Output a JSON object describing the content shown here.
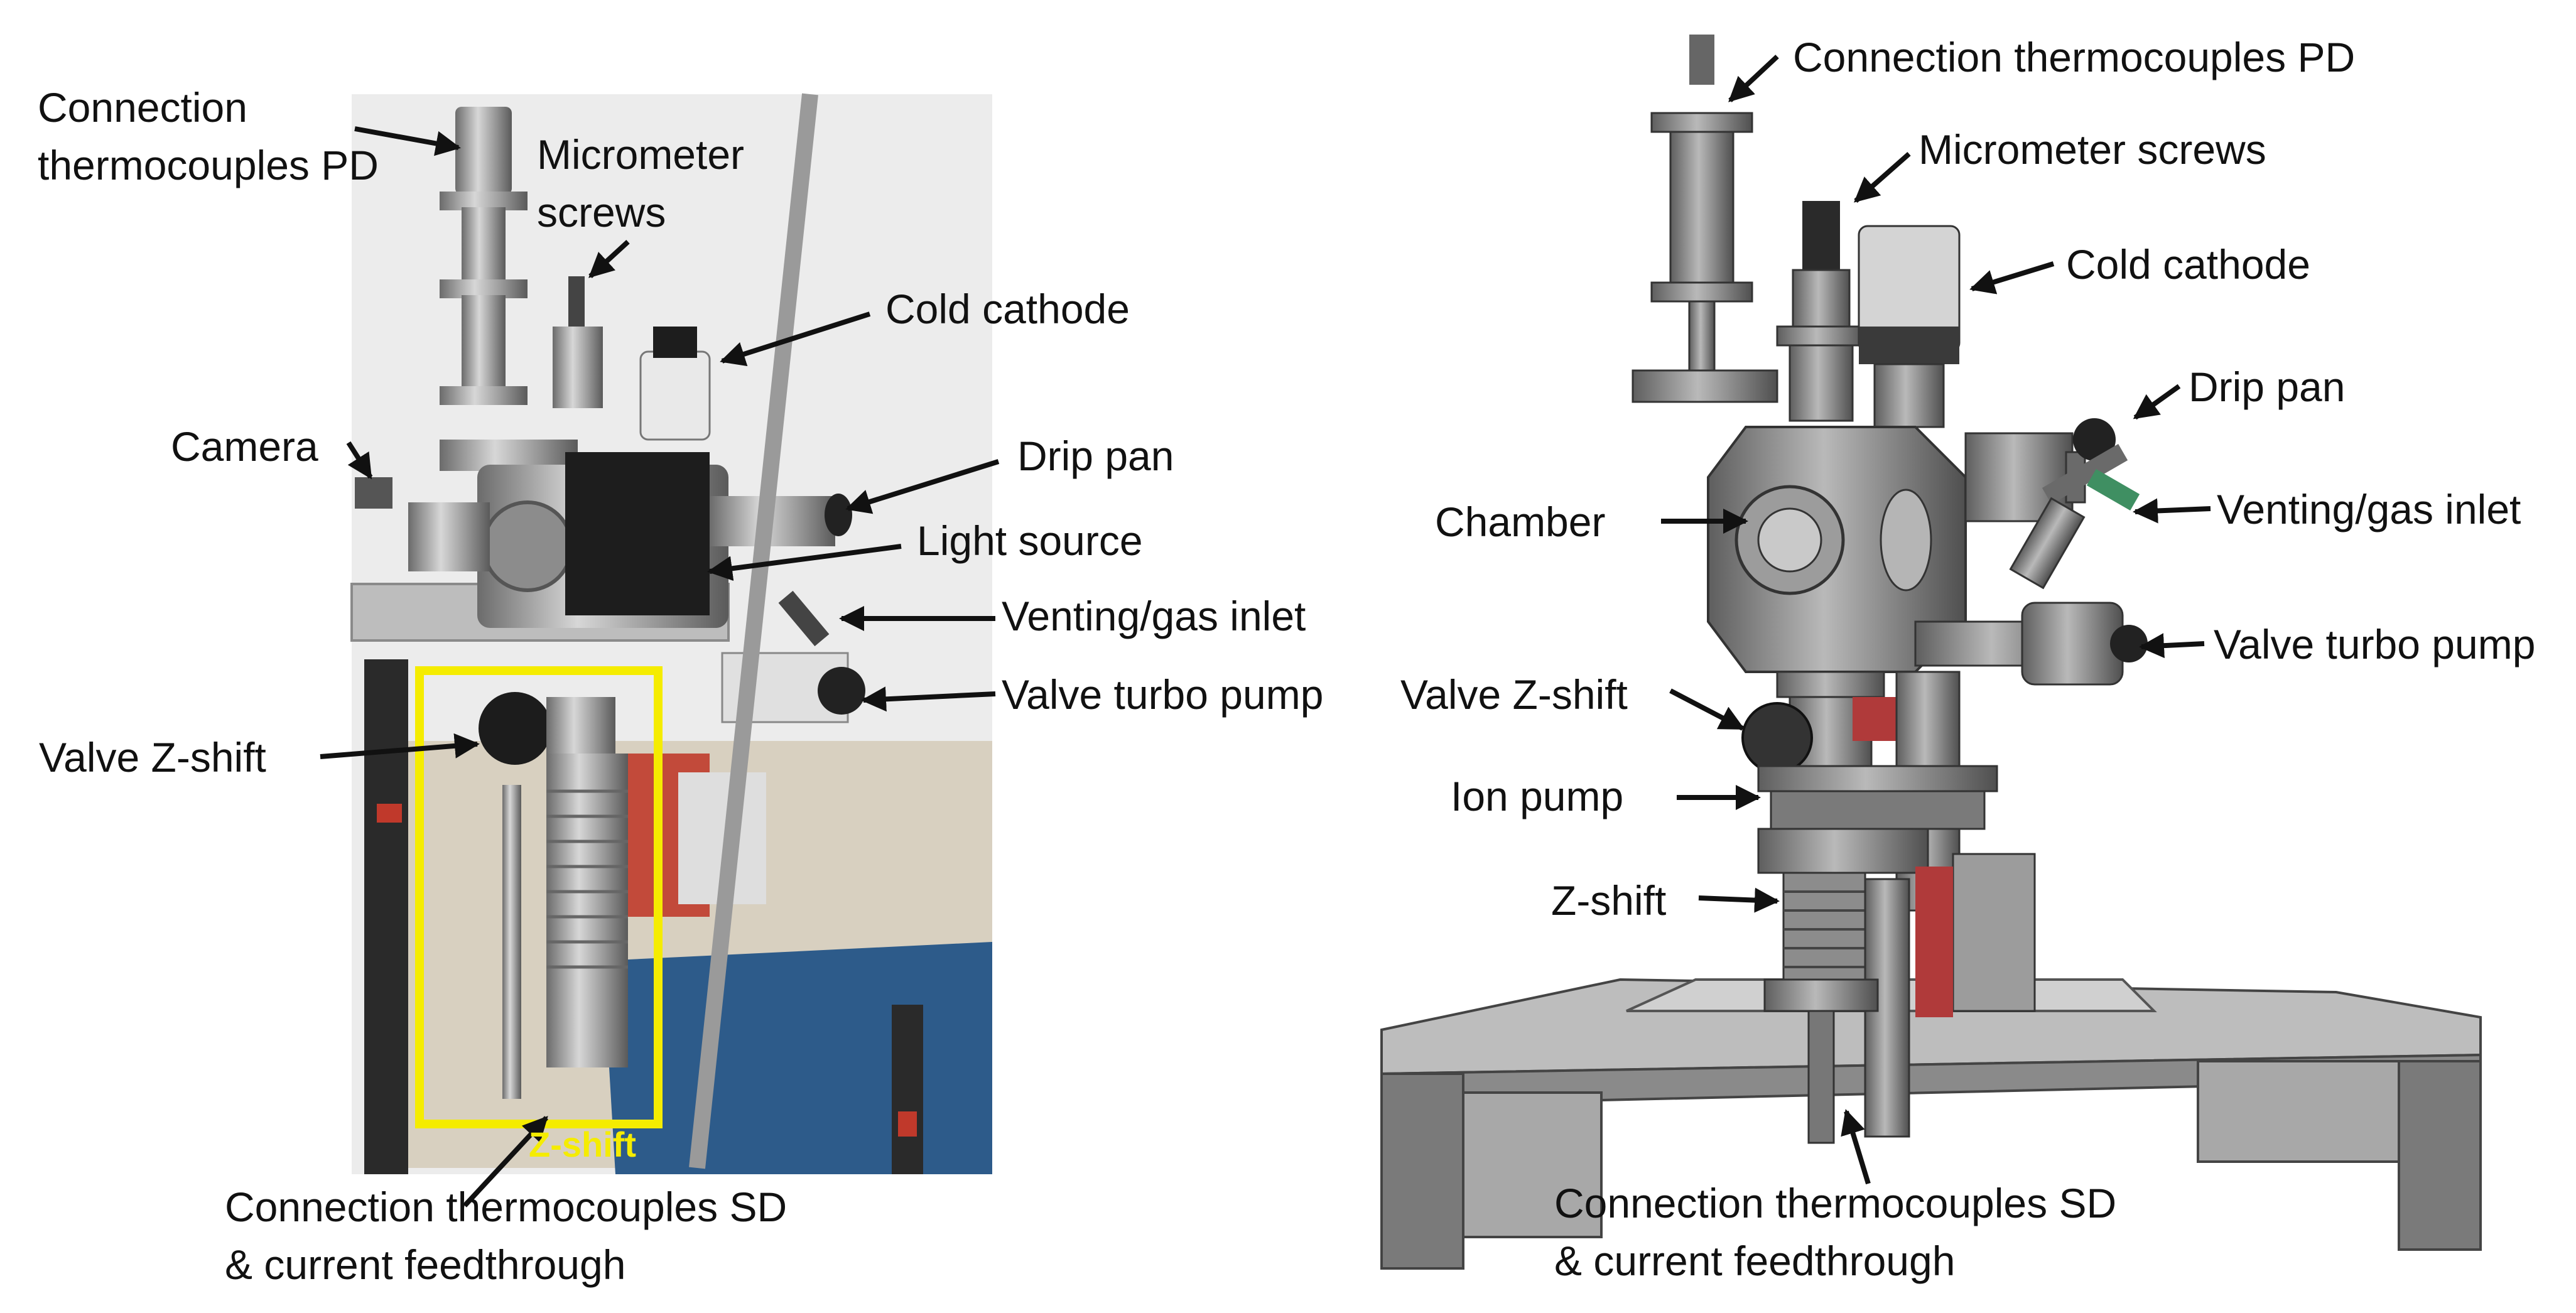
{
  "left_photo": {
    "labels": {
      "connection_pd": "Connection\nthermocouples PD",
      "micrometer": "Micrometer\nscrews",
      "cold_cathode": "Cold cathode",
      "camera": "Camera",
      "drip_pan": "Drip pan",
      "light_source": "Light source",
      "venting": "Venting/gas inlet",
      "valve_turbo": "Valve turbo pump",
      "valve_zshift": "Valve Z-shift",
      "connection_sd": "Connection thermocouples SD\n& current feedthrough"
    },
    "highlight_label": "Z-shift",
    "highlight_color": "#f5ec00"
  },
  "right_cad": {
    "labels": {
      "connection_pd": "Connection thermocouples PD",
      "micrometer": "Micrometer screws",
      "cold_cathode": "Cold cathode",
      "drip_pan": "Drip pan",
      "chamber": "Chamber",
      "venting": "Venting/gas inlet",
      "valve_turbo": "Valve turbo pump",
      "valve_zshift": "Valve Z-shift",
      "ion_pump": "Ion pump",
      "zshift": "Z-shift",
      "connection_sd": "Connection thermocouples SD\n& current feedthrough"
    }
  },
  "colors": {
    "arrow": "#111111",
    "highlight": "#f5ec00"
  }
}
